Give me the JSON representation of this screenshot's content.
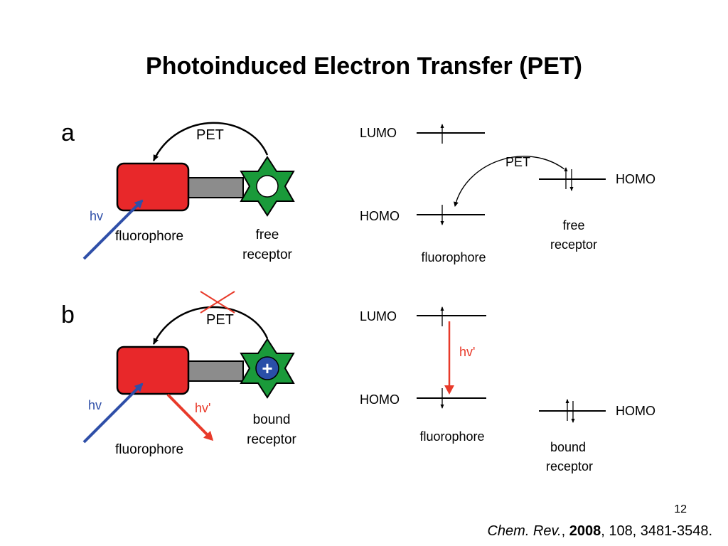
{
  "slide": {
    "title": "Photoinduced Electron Transfer (PET)",
    "page_number": "12"
  },
  "citation": {
    "journal": "Chem. Rev.",
    "sep1": ", ",
    "year": "2008",
    "rest": ", 108, 3481-3548."
  },
  "panel_a": {
    "letter": "a",
    "pet_label": "PET",
    "hv_label": "hv",
    "fluorophore_label": "fluorophore",
    "receptor_line1": "free",
    "receptor_line2": "receptor"
  },
  "panel_b": {
    "letter": "b",
    "pet_label": "PET",
    "hv_label": "hv",
    "hv_emit_label": "hv'",
    "fluorophore_label": "fluorophore",
    "receptor_line1": "bound",
    "receptor_line2": "receptor",
    "bound_ion_symbol": "+"
  },
  "energy_a": {
    "lumo_label": "LUMO",
    "homo_label": "HOMO",
    "pet_label": "PET",
    "receptor_homo_label": "HOMO",
    "fluorophore_label": "fluorophore",
    "receptor_line1": "free",
    "receptor_line2": "receptor"
  },
  "energy_b": {
    "lumo_label": "LUMO",
    "homo_label": "HOMO",
    "hv_emit_label": "hv'",
    "receptor_homo_label": "HOMO",
    "fluorophore_label": "fluorophore",
    "receptor_line1": "bound",
    "receptor_line2": "receptor"
  },
  "colors": {
    "fluorophore_fill": "#e8282a",
    "receptor_fill": "#1a9a3a",
    "linker_fill": "#8c8c8c",
    "excitation_arrow": "#2f4fa8",
    "emission_arrow": "#e83a2a",
    "ion_fill": "#2a4fa8"
  }
}
